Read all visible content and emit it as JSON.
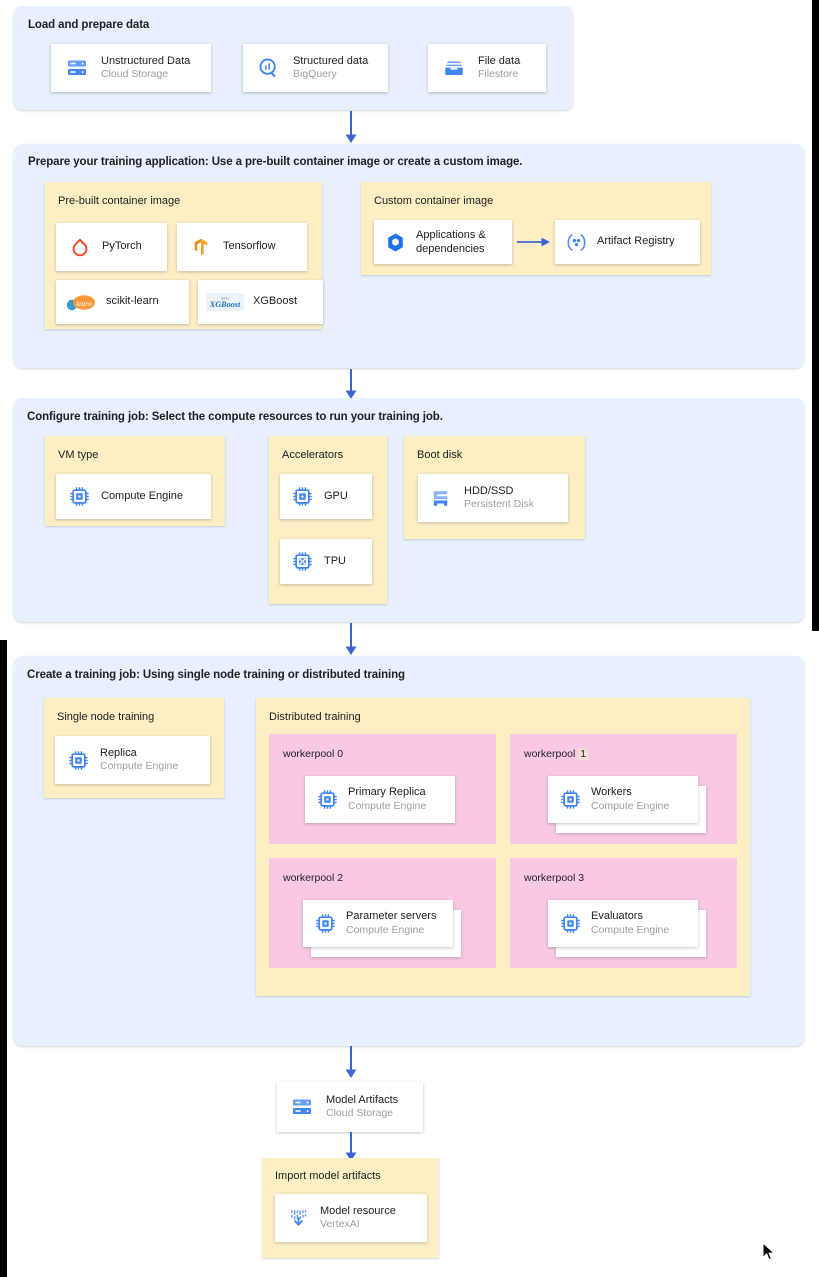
{
  "meta": {
    "colors": {
      "stage_bg": "#e8f0fe",
      "group_bg": "#fdeec3",
      "pool_bg": "#f9c8e3",
      "card_bg": "#ffffff",
      "arrow": "#3c64d2",
      "icon_blue": "#4285f4",
      "title_text": "#202124",
      "subtitle_text": "#9aa0a6",
      "edge_bar": "#000000"
    }
  },
  "stages": [
    {
      "id": "load-and-prepare-data",
      "title": "Load and prepare data",
      "cards": [
        {
          "title": "Unstructured Data",
          "subtitle": "Cloud Storage",
          "icon": "cloud-storage-icon"
        },
        {
          "title": "Structured data",
          "subtitle": "BigQuery",
          "icon": "bigquery-icon"
        },
        {
          "title": "File data",
          "subtitle": "Filestore",
          "icon": "filestore-icon"
        }
      ]
    },
    {
      "id": "prepare-training-application",
      "title": "Prepare your training application: Use a pre-built container image or create a custom image.",
      "groups": [
        {
          "title": "Pre-built container image",
          "cards": [
            {
              "title": "PyTorch",
              "icon": "pytorch-icon"
            },
            {
              "title": "Tensorflow",
              "icon": "tensorflow-icon"
            },
            {
              "title": "scikit-learn",
              "icon": "scikit-learn-icon"
            },
            {
              "title": "XGBoost",
              "icon": "xgboost-icon"
            }
          ]
        },
        {
          "title": "Custom container image",
          "cards": [
            {
              "title": "Applications & dependencies",
              "icon": "container-registry-icon"
            },
            {
              "title": "Artifact Registry",
              "icon": "artifact-registry-icon"
            }
          ]
        }
      ]
    },
    {
      "id": "configure-training-job",
      "title": "Configure training job: Select the compute resources to run your training job.",
      "groups": [
        {
          "title": "VM type",
          "cards": [
            {
              "title": "Compute Engine",
              "icon": "compute-engine-icon"
            }
          ]
        },
        {
          "title": "Accelerators",
          "cards": [
            {
              "title": "GPU",
              "icon": "gpu-icon"
            },
            {
              "title": "TPU",
              "icon": "tpu-icon"
            }
          ]
        },
        {
          "title": "Boot disk",
          "cards": [
            {
              "title": "HDD/SSD",
              "subtitle": "Persistent Disk",
              "icon": "persistent-disk-icon"
            }
          ]
        }
      ]
    },
    {
      "id": "create-a-training-job",
      "title": "Create a training job: Using single node training or distributed training",
      "groups": [
        {
          "title": "Single node training",
          "cards": [
            {
              "title": "Replica",
              "subtitle": "Compute Engine",
              "icon": "compute-engine-icon"
            }
          ]
        },
        {
          "title": "Distributed training",
          "pools": [
            {
              "label_prefix": "workerpool",
              "label_index": "0",
              "highlight": false,
              "card": {
                "title": "Primary Replica",
                "subtitle": "Compute Engine",
                "icon": "compute-engine-icon"
              },
              "stacked": false
            },
            {
              "label_prefix": "workerpool",
              "label_index": "1",
              "highlight": true,
              "card": {
                "title": "Workers",
                "subtitle": "Compute Engine",
                "icon": "compute-engine-icon"
              },
              "stacked": true
            },
            {
              "label_prefix": "workerpool",
              "label_index": "2",
              "highlight": false,
              "card": {
                "title": "Parameter servers",
                "subtitle": "Compute Engine",
                "icon": "compute-engine-icon"
              },
              "stacked": true
            },
            {
              "label_prefix": "workerpool",
              "label_index": "3",
              "highlight": false,
              "card": {
                "title": "Evaluators",
                "subtitle": "Compute Engine",
                "icon": "compute-engine-icon"
              },
              "stacked": true
            }
          ]
        }
      ]
    }
  ],
  "output": {
    "model_artifacts": {
      "title": "Model Artifacts",
      "subtitle": "Cloud Storage",
      "icon": "cloud-storage-icon"
    },
    "import_group": {
      "title": "Import model artifacts",
      "card": {
        "title": "Model resource",
        "subtitle": "VertexAI",
        "icon": "vertex-ai-icon"
      }
    }
  }
}
